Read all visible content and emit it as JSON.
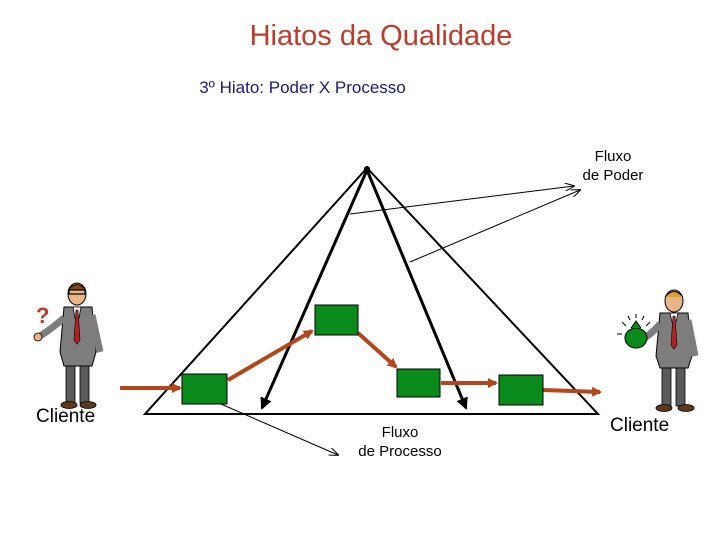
{
  "title": "Hiatos da Qualidade",
  "subtitle": "3º Hiato: Poder X Processo",
  "labels": {
    "fluxo_poder_line1": "Fluxo",
    "fluxo_poder_line2": "de Poder",
    "fluxo_processo_line1": "Fluxo",
    "fluxo_processo_line2": "de Processo",
    "cliente_left": "Cliente",
    "cliente_right": "Cliente",
    "question": "?"
  },
  "colors": {
    "title": "#c0392b",
    "subtitle": "#1a1a80",
    "box": "#0a8a1a",
    "process_arrow": "#b5461c",
    "power_line": "#000000"
  },
  "icons": [
    "businessman-left-icon",
    "businessman-right-icon",
    "money-bag-icon"
  ]
}
